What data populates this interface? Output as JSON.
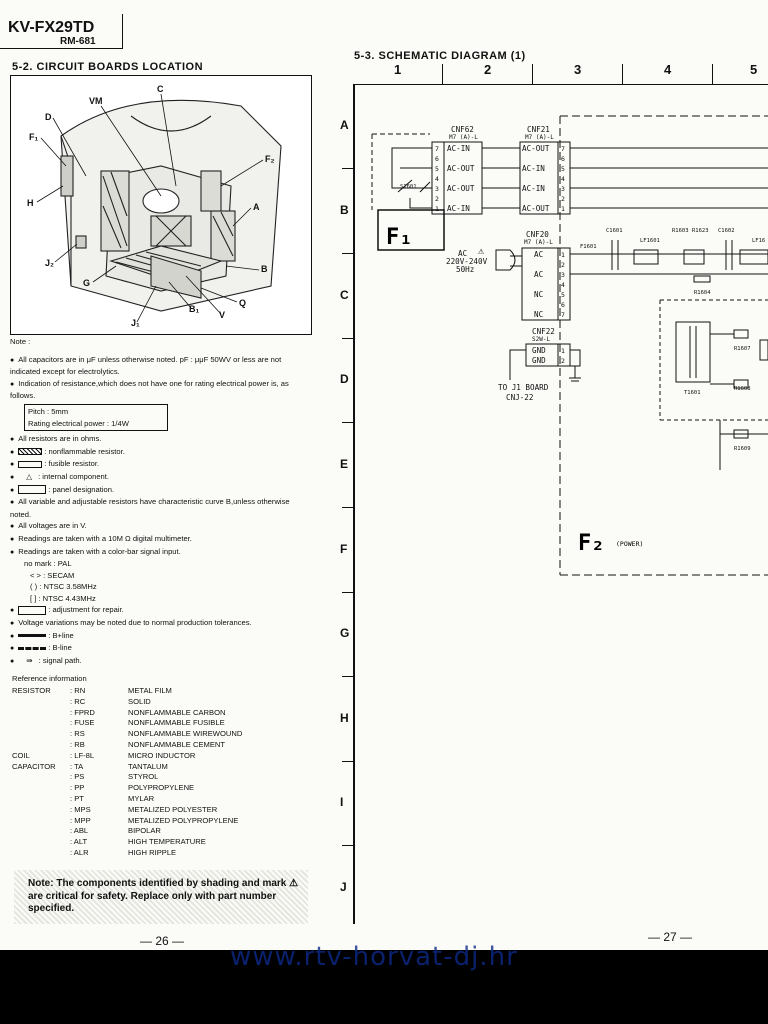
{
  "header": {
    "model": "KV-FX29TD",
    "remote": "RM-681"
  },
  "left": {
    "section_title": "5-2. CIRCUIT BOARDS LOCATION",
    "board_labels": [
      "VM",
      "C",
      "D",
      "F₁",
      "F₂",
      "H",
      "A",
      "J₂",
      "G",
      "B",
      "Q",
      "V",
      "B₁",
      "J₁"
    ],
    "note_title": "Note :",
    "notes": [
      "All capacitors are in μF unless otherwise noted. pF : μμF 50WV or less are not indicated except for electrolytics.",
      "Indication of resistance,which does not have one for rating electrical power is, as follows."
    ],
    "pitch": "Pitch : 5mm",
    "rating": "Rating electrical power : 1/4W",
    "symbols": [
      "All resistors are in ohms.",
      ": nonflammable resistor.",
      ": fusible resistor.",
      ": internal component.",
      ": panel designation.",
      "All variable and adjustable resistors have characteristic curve B,unless otherwise noted.",
      "All voltages are in V.",
      "Readings are taken with a 10M Ω digital multimeter.",
      "Readings are taken with a color-bar signal input."
    ],
    "signal_modes": [
      "no mark : PAL",
      "<    > : SECAM",
      "(    ) : NTSC 3.58MHz",
      "[    ] : NTSC 4.43MHz"
    ],
    "more": [
      ": adjustment for repair.",
      "Voltage variations may be noted due to normal production tolerances.",
      ": B+line",
      ": B-line",
      ": signal path."
    ],
    "ref_title": "Reference information",
    "ref_rows": [
      [
        "RESISTOR",
        ": RN",
        "METAL FILM"
      ],
      [
        "",
        ": RC",
        "SOLID"
      ],
      [
        "",
        ": FPRD",
        "NONFLAMMABLE CARBON"
      ],
      [
        "",
        ": FUSE",
        "NONFLAMMABLE FUSIBLE"
      ],
      [
        "",
        ": RS",
        "NONFLAMMABLE WIREWOUND"
      ],
      [
        "",
        ": RB",
        "NONFLAMMABLE CEMENT"
      ],
      [
        "COIL",
        ": LF-8L",
        "MICRO INDUCTOR"
      ],
      [
        "CAPACITOR",
        ": TA",
        "TANTALUM"
      ],
      [
        "",
        ": PS",
        "STYROL"
      ],
      [
        "",
        ": PP",
        "POLYPROPYLENE"
      ],
      [
        "",
        ": PT",
        "MYLAR"
      ],
      [
        "",
        ": MPS",
        "METALIZED POLYESTER"
      ],
      [
        "",
        ": MPP",
        "METALIZED POLYPROPYLENE"
      ],
      [
        "",
        ": ABL",
        "BIPOLAR"
      ],
      [
        "",
        ": ALT",
        "HIGH TEMPERATURE"
      ],
      [
        "",
        ": ALR",
        "HIGH RIPPLE"
      ]
    ],
    "safety_note": "Note: The components identified by shading and mark ⚠ are critical for safety.  Replace only with part number specified.",
    "page_number": "— 26 —"
  },
  "right": {
    "section_title": "5-3. SCHEMATIC DIAGRAM (1)",
    "columns": [
      "1",
      "2",
      "3",
      "4",
      "5"
    ],
    "rows": [
      "A",
      "B",
      "C",
      "D",
      "E",
      "F",
      "G",
      "H",
      "I",
      "J"
    ],
    "f1_label": "F₁",
    "f2_label": "F₂",
    "f2_sub": "(POWER)",
    "cnf62": "CNF62",
    "cnf62_sub": "M7 (A)-L",
    "cnf21": "CNF21",
    "cnf21_sub": "M7 (A)-L",
    "cnf20": "CNF20",
    "cnf20_sub": "M7 (A)-L",
    "cnf22": "CNF22",
    "cnf22_sub": "S2W-L",
    "pins_left": [
      "AC-IN",
      "",
      "AC-OUT",
      "",
      "AC-OUT",
      "",
      "AC-IN"
    ],
    "pins_right": [
      "AC-OUT",
      "",
      "AC-IN",
      "",
      "AC-IN",
      "",
      "AC-OUT"
    ],
    "ac_pins": [
      "AC",
      "",
      "AC",
      "",
      "NC",
      "",
      "NC"
    ],
    "gnd_pins": [
      "GND",
      "GND"
    ],
    "ac_in_label": "AC",
    "ac_voltage": "220V-240V",
    "ac_freq": "50Hz",
    "s1601": "S1601",
    "to_j1": "TO J1 BOARD",
    "cnj22": "CNJ-22",
    "parts": [
      "F1601",
      "C1601",
      "LF1601",
      "R1603",
      "R1623",
      "C1602",
      "LF16",
      "R1604",
      "T1601",
      "R1607",
      "R1608",
      "R1609"
    ],
    "page_number": "— 27 —"
  },
  "watermark": "www.rtv-horvat-dj.hr"
}
